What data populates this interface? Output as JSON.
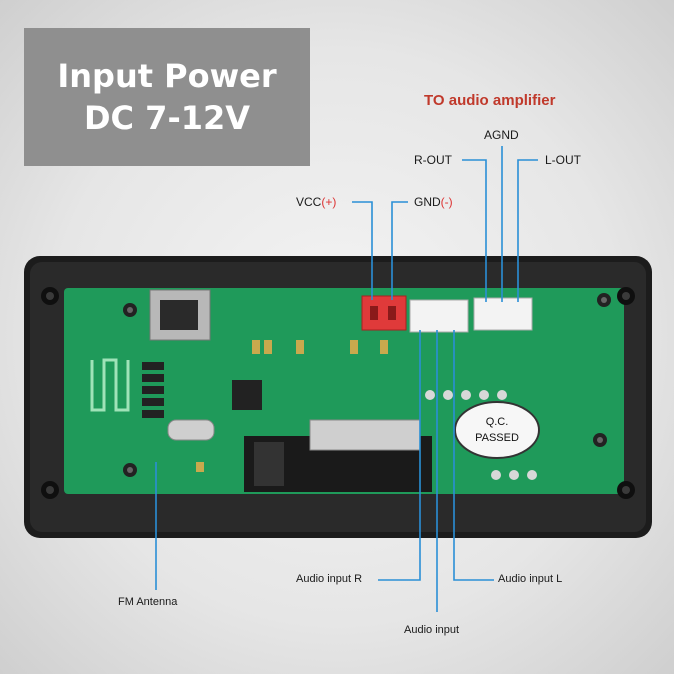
{
  "power_box": {
    "line1": "Input Power",
    "line2": "DC 7-12V"
  },
  "amplifier_title": "TO audio amplifier",
  "labels": {
    "agnd": "AGND",
    "r_out": "R-OUT",
    "l_out": "L-OUT",
    "vcc": "VCC",
    "vcc_sign": "(+)",
    "gnd": "GND",
    "gnd_sign": "(-)",
    "audio_input_r": "Audio input R",
    "audio_input_l": "Audio input L",
    "audio_input": "Audio input",
    "fm_antenna": "FM Antenna"
  },
  "board_stamp": {
    "line1": "Q.C.",
    "line2": "PASSED"
  },
  "colors": {
    "board": "#1f9a5a",
    "frame": "#1c1c1c",
    "callout_line": "#2a8fd6",
    "red_connector": "#e03a3a",
    "title_red": "#c0392b"
  }
}
